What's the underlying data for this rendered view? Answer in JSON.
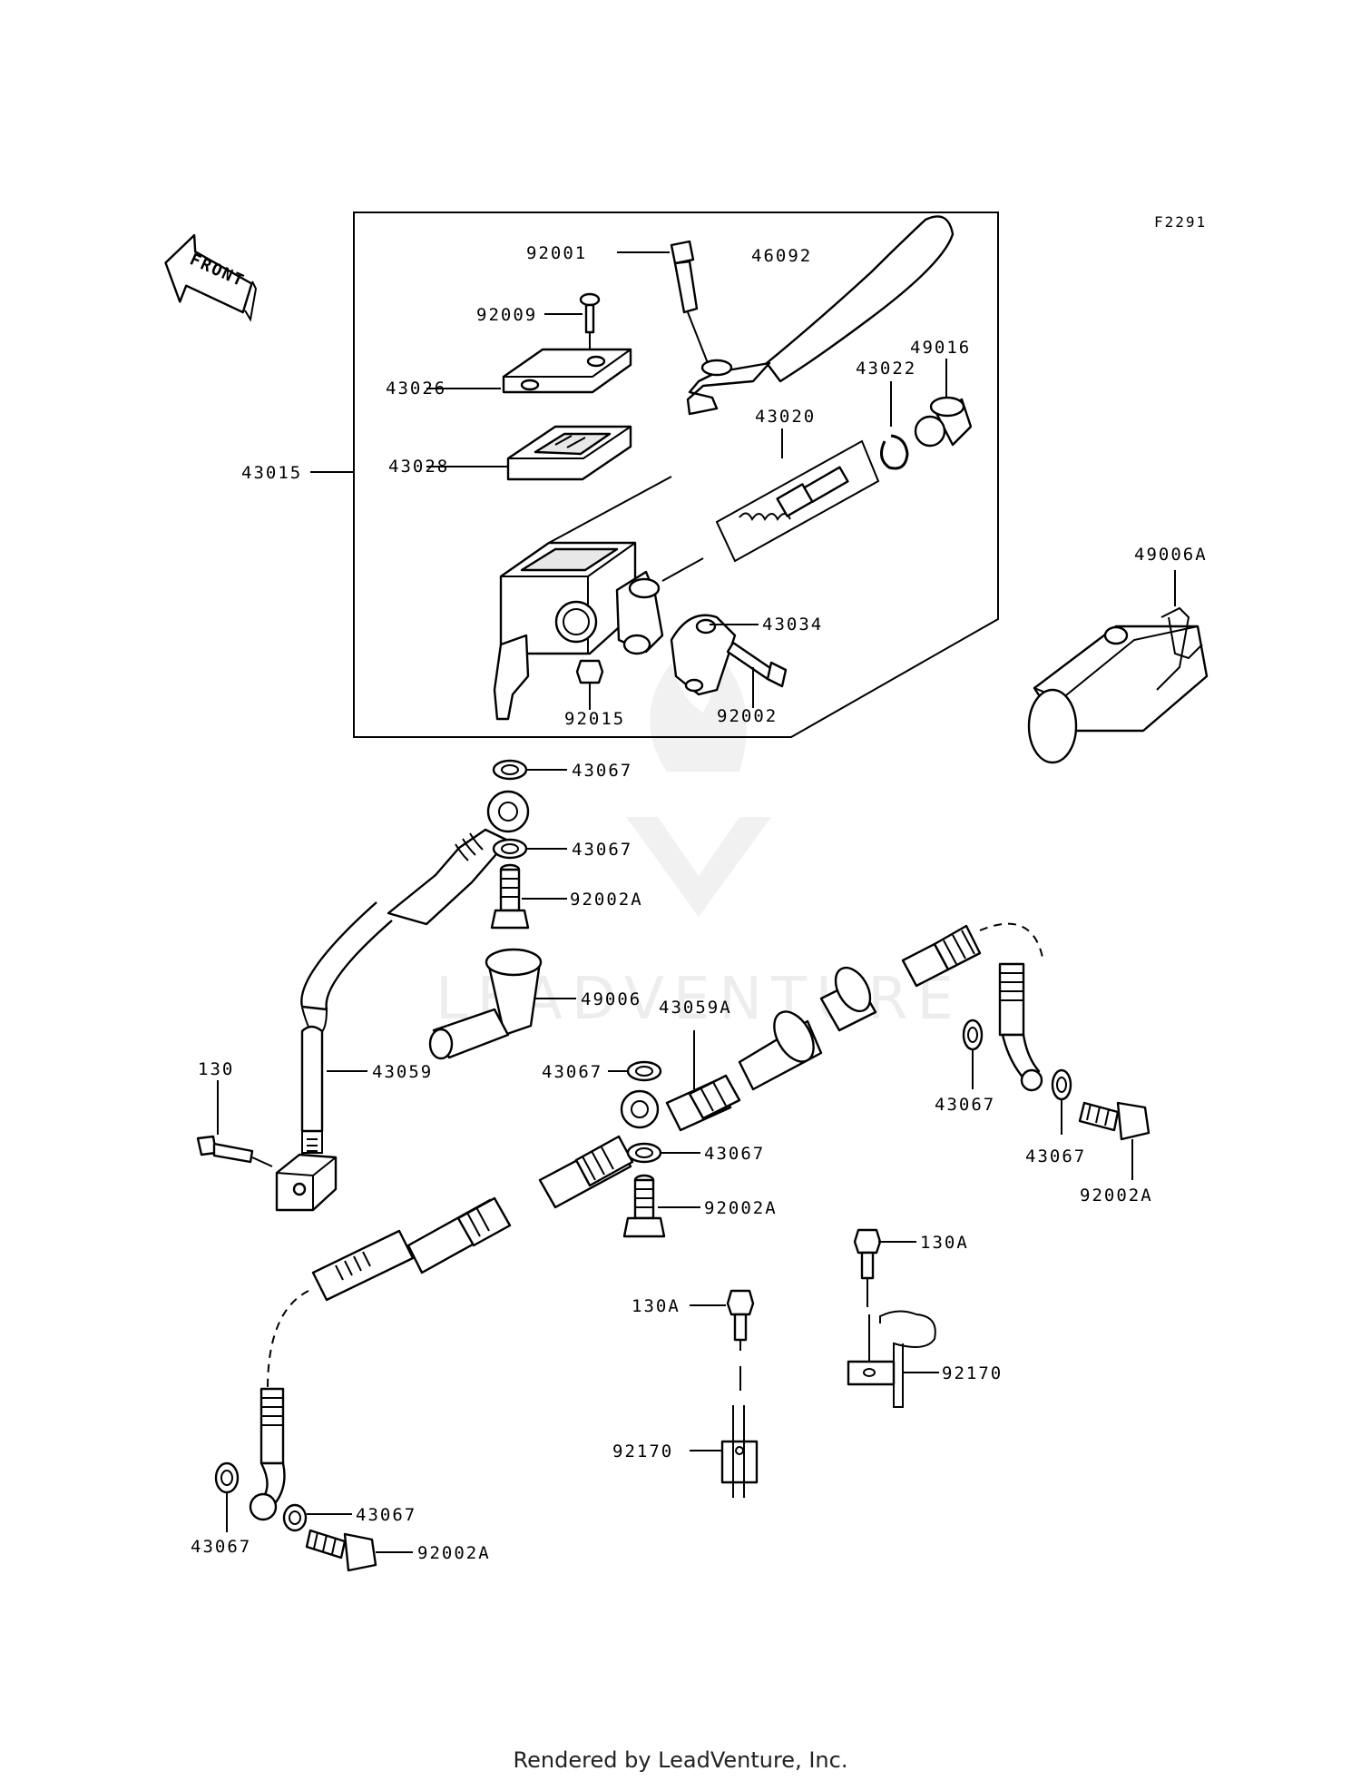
{
  "diagram_code": "F2291",
  "front_label": "FRONT",
  "watermark": "LEADVENTURE",
  "footer": "Rendered by LeadVenture, Inc.",
  "labels": {
    "l92001": "92001",
    "l46092": "46092",
    "l92009": "92009",
    "l49016": "49016",
    "l43022": "43022",
    "l43026": "43026",
    "l43020": "43020",
    "l43015": "43015",
    "l43028": "43028",
    "l49006A": "49006A",
    "l43034": "43034",
    "l92002": "92002",
    "l92015": "92015",
    "l43067a": "43067",
    "l43067b": "43067",
    "l92002Aa": "92002A",
    "l49006": "49006",
    "l43059A": "43059A",
    "l130": "130",
    "l43067c": "43067",
    "l43059": "43059",
    "l43067d": "43067",
    "l43067e": "43067",
    "l43067f": "43067",
    "l92002Ab": "92002A",
    "l92002Ac": "92002A",
    "l130Aa": "130A",
    "l130Ab": "130A",
    "l92170a": "92170",
    "l92170b": "92170",
    "l43067g": "43067",
    "l43067h": "43067",
    "l92002Ad": "92002A"
  }
}
